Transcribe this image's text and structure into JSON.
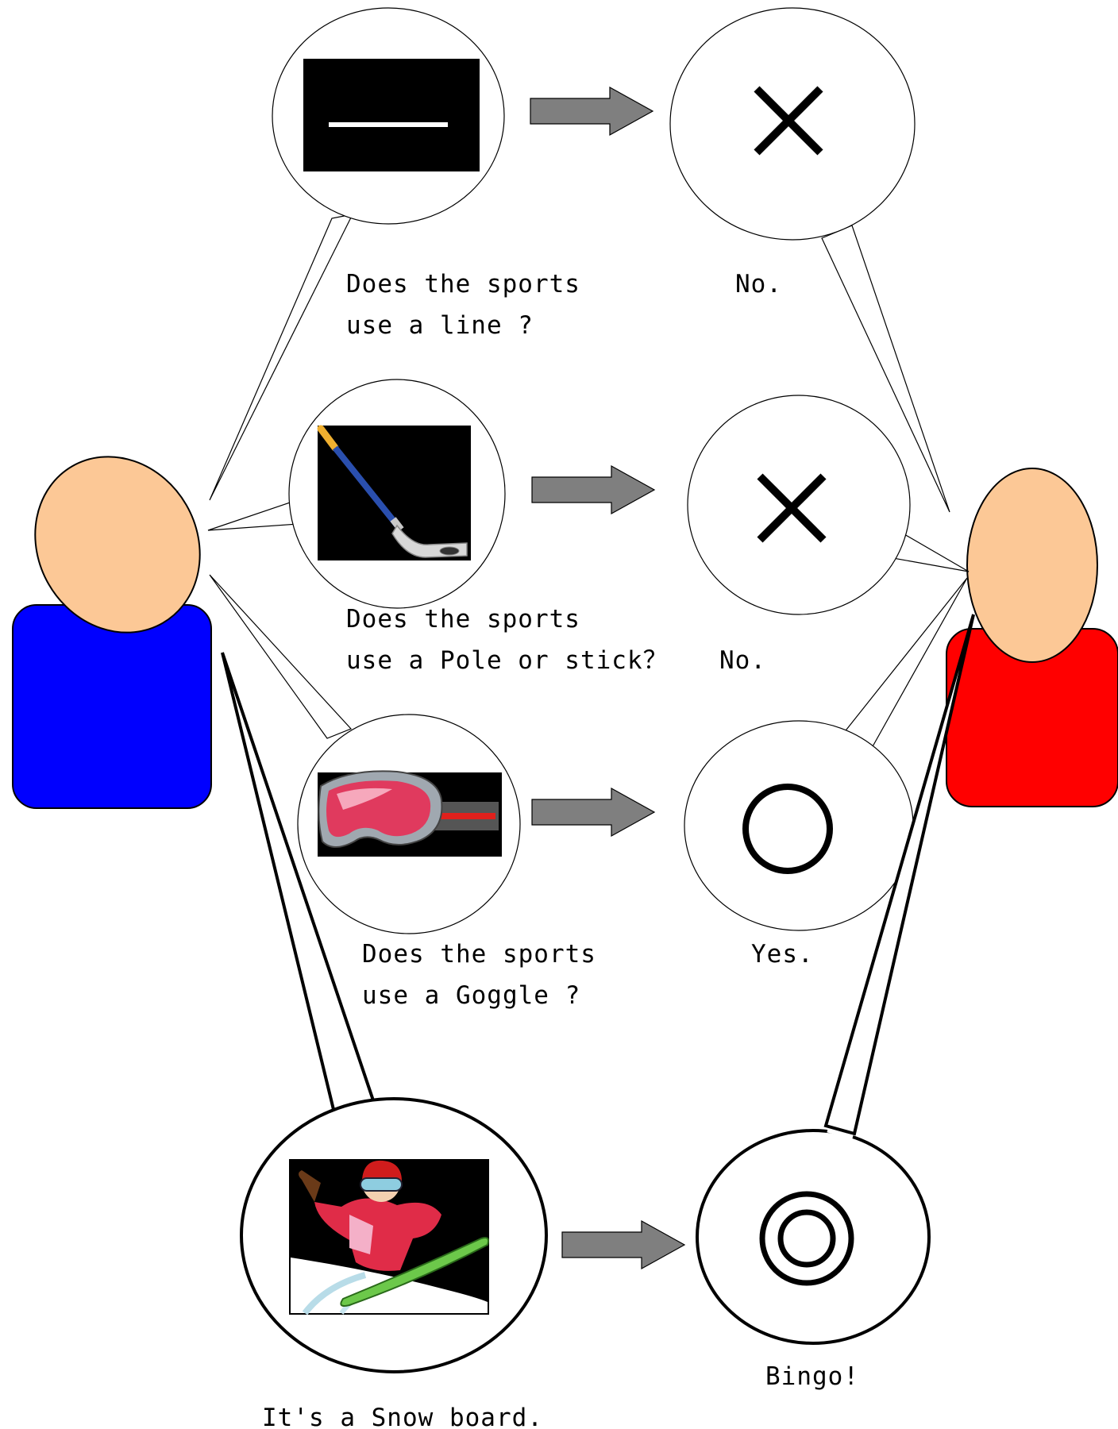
{
  "exchanges": [
    {
      "question_lines": [
        "Does the sports",
        "use a line ?"
      ],
      "answer": "No.",
      "question_icon": "line-card-icon",
      "answer_icon": "cross-mark-icon"
    },
    {
      "question_lines": [
        "Does the sports",
        "use a  Pole or stick？"
      ],
      "answer": "No.",
      "question_icon": "hockey-stick-icon",
      "answer_icon": "cross-mark-icon"
    },
    {
      "question_lines": [
        "Does the sports",
        "use a Goggle ?"
      ],
      "answer": "Yes.",
      "question_icon": "ski-goggle-icon",
      "answer_icon": "circle-mark-icon"
    }
  ],
  "final": {
    "statement": "It's a  Snow board.",
    "answer": "Bingo!",
    "statement_icon": "snowboarder-icon",
    "answer_icon": "double-circle-mark-icon"
  },
  "people": {
    "questioner": {
      "body_color": "#0000ff",
      "head_color": "#fcc896"
    },
    "answerer": {
      "body_color": "#ff0000",
      "head_color": "#fcc896"
    }
  },
  "arrow_color": "#7f7f7f"
}
